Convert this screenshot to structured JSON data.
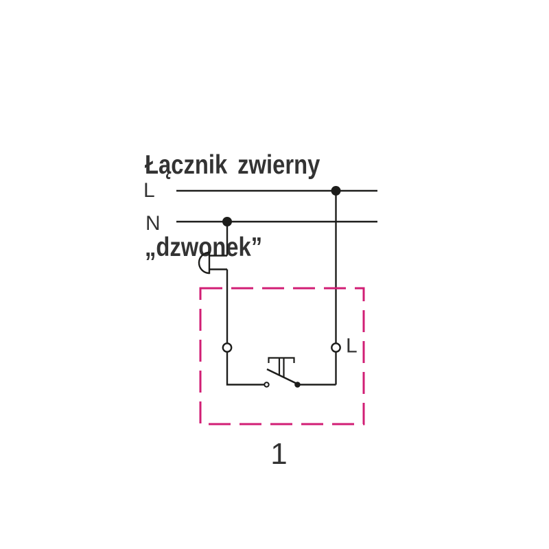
{
  "title": {
    "line1": "Łącznik zwierny",
    "line2": "„dzwonek”"
  },
  "power_lines": {
    "live": {
      "label": "L"
    },
    "neutral": {
      "label": "N"
    }
  },
  "switch_unit": {
    "terminal_label": "L",
    "designation": "1",
    "icons": {
      "bell": "bell-symbol",
      "push_button": "momentary-push-button-normally-open"
    }
  },
  "colors": {
    "background": "#ffffff",
    "wire": "#1d1d1b",
    "text": "#333333",
    "enclosure": "#d11e74"
  }
}
